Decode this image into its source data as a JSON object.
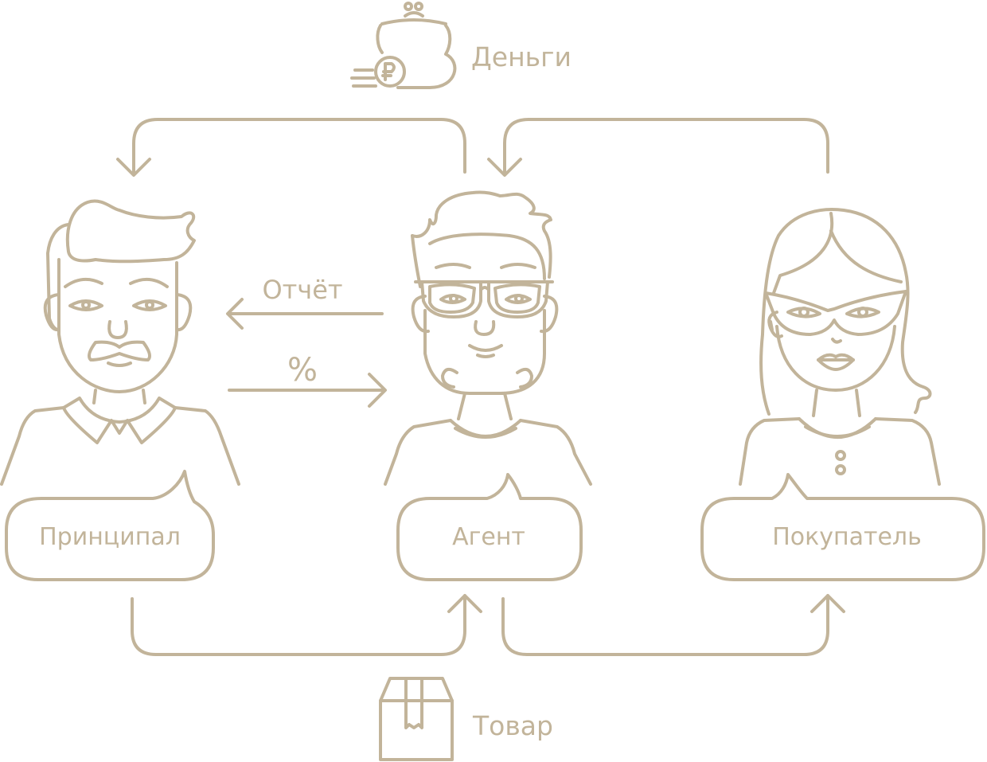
{
  "diagram": {
    "labels": {
      "money": "Деньги",
      "goods": "Товар",
      "report": "Отчёт",
      "percent": "%"
    },
    "roles": {
      "principal": "Принципал",
      "agent": "Агент",
      "buyer": "Покупатель"
    },
    "icons": {
      "money": "wallet-with-ruble-coin-icon",
      "goods": "parcel-box-icon"
    },
    "colors": {
      "line": "#c2b49a",
      "background": "#ffffff"
    }
  }
}
